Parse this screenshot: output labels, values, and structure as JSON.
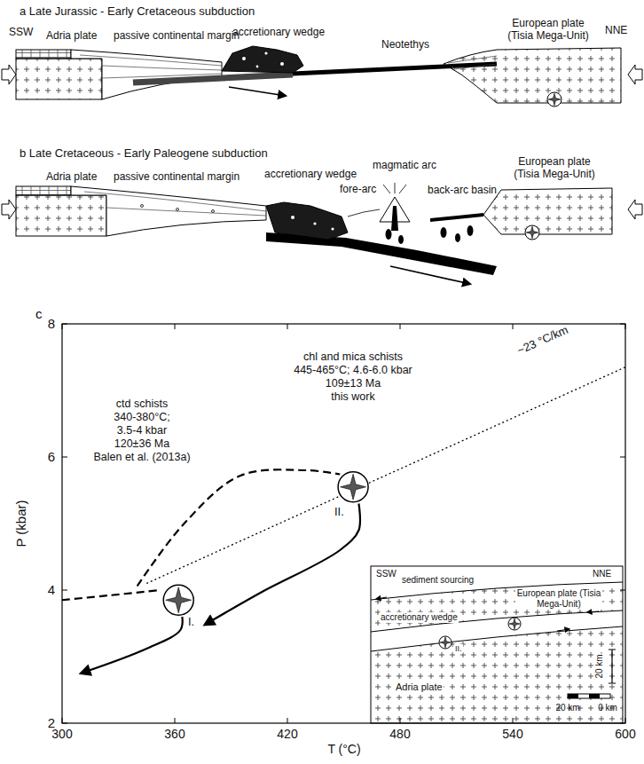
{
  "diagram": {
    "labels": [
      "a Late Jurassic - Early Cretaceous subduction",
      "SSW",
      "Adria plate",
      "passive continental margin",
      "accretionary wedge",
      "Neotethys",
      "European plate (Tisia Mega-Unit)",
      "NNE",
      "b Late Cretaceous - Early Paleogene subduction",
      "Adria plate",
      "passive continental margin",
      "accretionary wedge",
      "fore-arc",
      "magmatic arc",
      "back-arc basin",
      "European plate (Tisia Mega-Unit)",
      "c",
      "8",
      "6",
      "4",
      "2",
      "P (kbar)",
      "300",
      "360",
      "420",
      "480",
      "540",
      "600",
      "T (°C)",
      "~23 °C/km",
      "chl and mica schists",
      "445-465°C; 4.6-6.0 kbar",
      "109±13 Ma",
      "this work",
      "ctd schists",
      "340-380°C;",
      "3.5-4 kbar",
      "120±36 Ma",
      "Balen et al. (2013a)",
      "I.",
      "II.",
      "SSW",
      "NNE",
      "sediment sourcing",
      "European plate (Tisia Mega-Unit)",
      "accretionary wedge",
      "II.",
      "Adria plate",
      "20 km",
      "20 km",
      "0 km"
    ]
  }
}
